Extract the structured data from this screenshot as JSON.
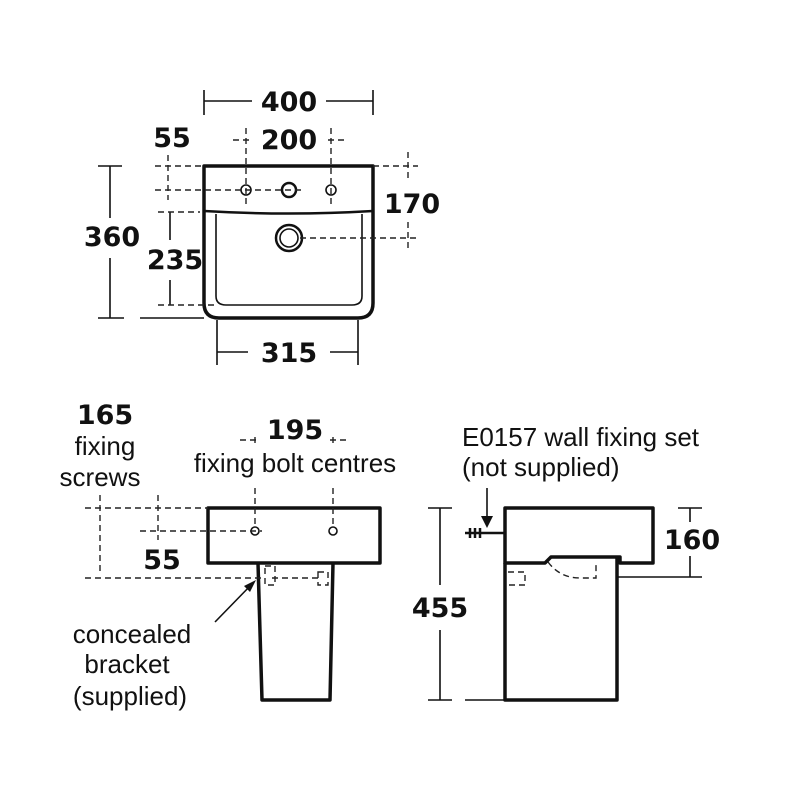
{
  "top_view": {
    "width_overall": "400",
    "tap_centres": "200",
    "tap_offset": "55",
    "depth_overall": "360",
    "waste_height": "170",
    "bowl_depth": "235",
    "bowl_width": "315"
  },
  "front_view": {
    "screw_centres": "165",
    "screw_label_1": "fixing",
    "screw_label_2": "screws",
    "bolt_centres": "195",
    "bolt_label": "fixing bolt centres",
    "bolt_offset": "55",
    "bracket_label_1": "concealed",
    "bracket_label_2": "bracket",
    "bracket_label_3": "(supplied)"
  },
  "side_view": {
    "fixing_set_label_1": "E0157 wall fixing set",
    "fixing_set_label_2": "(not supplied)",
    "pedestal_height": "455",
    "basin_height": "160"
  }
}
